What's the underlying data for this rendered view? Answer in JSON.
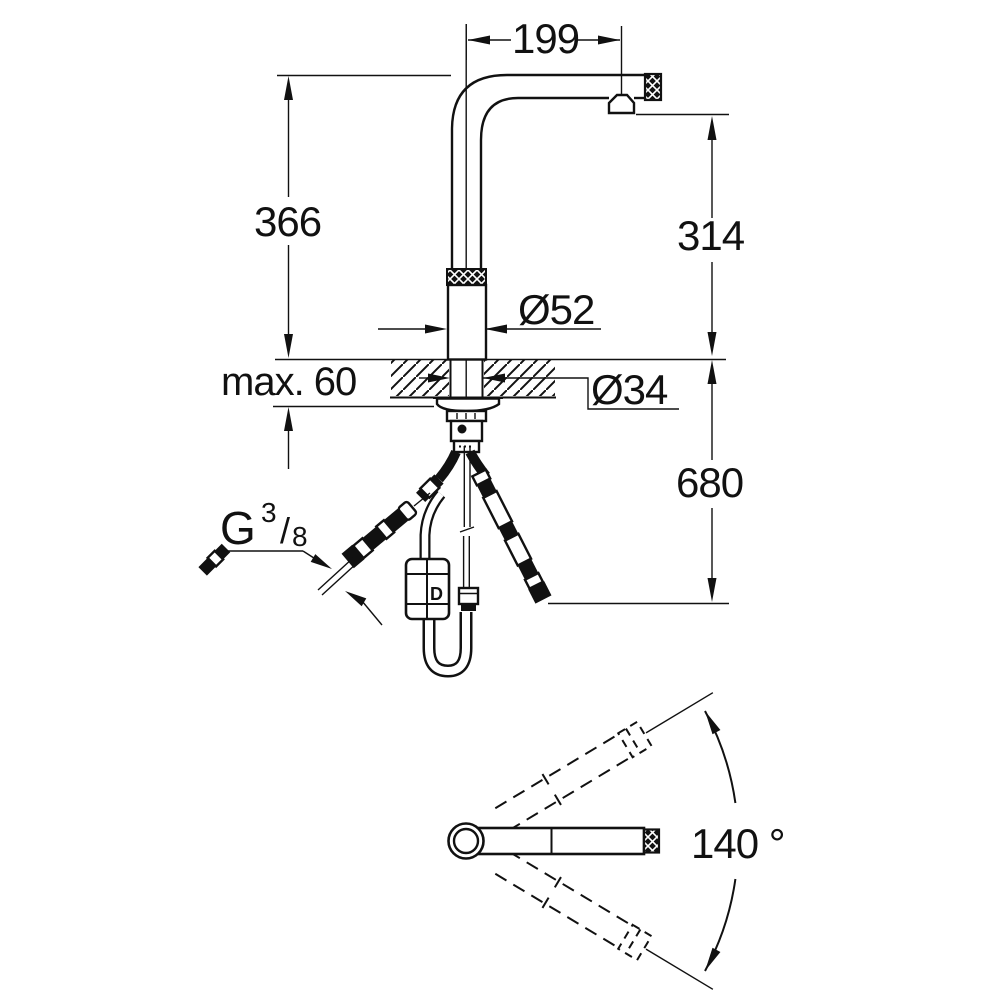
{
  "drawing": {
    "background_color": "#ffffff",
    "ink_color": "#111111",
    "dimensions": {
      "spout_reach": "199",
      "height_deck_to_spout_top": "366",
      "spout_outlet_to_deck": "314",
      "body_diameter": "Ø52",
      "max_mounting_thickness": "max. 60",
      "mounting_hole_diameter": "Ø34",
      "deck_to_hose_end": "680",
      "swivel_range": "140 °",
      "supply_thread_letter": "G",
      "supply_thread_numerator": "3",
      "supply_thread_slash": "/",
      "supply_thread_denominator": "8",
      "hose_weight_marking": "D"
    }
  }
}
